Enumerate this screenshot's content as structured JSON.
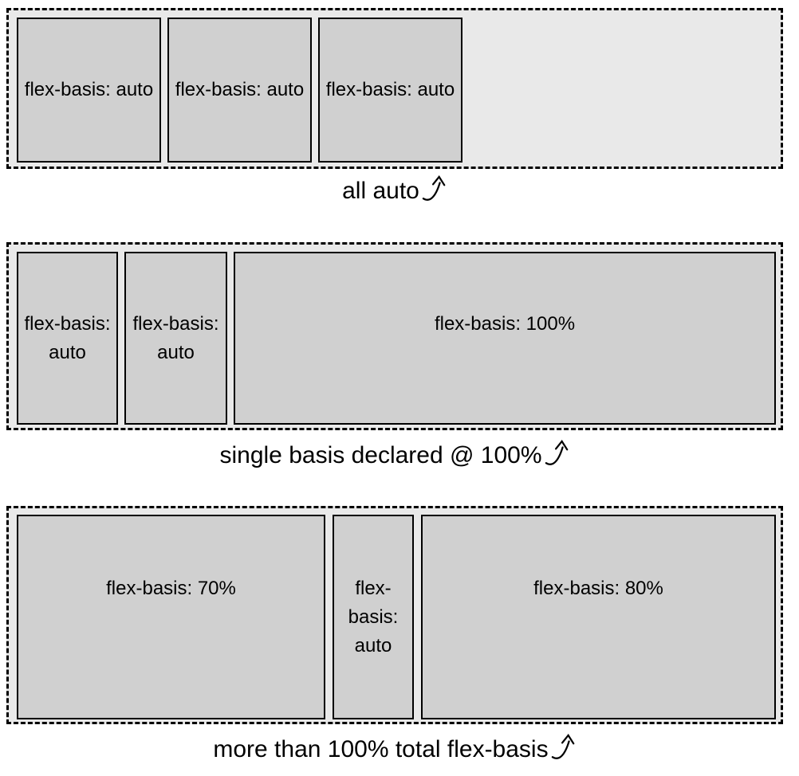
{
  "figure": {
    "rows": [
      {
        "caption": "all auto",
        "boxes": [
          {
            "label": "flex-basis: auto"
          },
          {
            "label": "flex-basis: auto"
          },
          {
            "label": "flex-basis: auto"
          }
        ]
      },
      {
        "caption": "single basis declared @ 100%",
        "boxes": [
          {
            "label": "flex-basis: auto"
          },
          {
            "label": "flex-basis: auto"
          },
          {
            "label": "flex-basis: 100%"
          }
        ]
      },
      {
        "caption": "more than 100% total flex-basis",
        "boxes": [
          {
            "label": "flex-basis: 70%"
          },
          {
            "label": "flex-basis: auto"
          },
          {
            "label": "flex-basis: 80%"
          }
        ]
      }
    ],
    "icons": {
      "caption_arrow": "curved-up-right-arrow"
    },
    "colors": {
      "container_bg": "#e9e9e9",
      "box_bg": "#d0d0d0",
      "border": "#000000",
      "text": "#000000"
    }
  }
}
